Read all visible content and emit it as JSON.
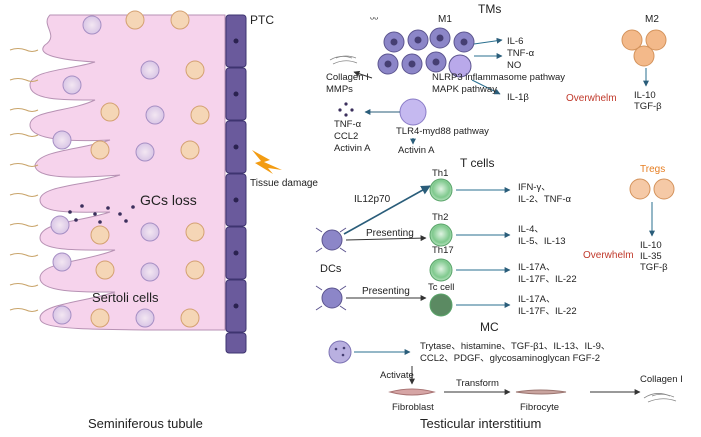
{
  "left": {
    "ptc": "PTC",
    "tissue_damage": "Tissue damage",
    "gcs_loss": "GCs  loss",
    "sertoli": "Sertoli cells",
    "caption": "Seminiferous tubule"
  },
  "tms": {
    "title": "TMs",
    "m1": "M1",
    "m2": "M2",
    "collagen": "Collagen I",
    "mmps": "MMPs",
    "tnf": "TNF-α",
    "ccl2": "CCL2",
    "activin": "Activin A",
    "il6": "IL-6",
    "tnf2": "TNF-α",
    "no": "NO",
    "nlrp3": "NLRP3 inflammasome pathway",
    "mapk": "MAPK pathway",
    "il1b": "IL-1β",
    "tlr4": "TLR4-myd88 pathway",
    "activin2": "Activin A",
    "overwhelm": "Overwhelm",
    "il10": "IL-10",
    "tgfb": "TGF-β"
  },
  "tcells": {
    "title": "T cells",
    "tregs": "Tregs",
    "il12": "IL12p70",
    "th1": "Th1",
    "th2": "Th2",
    "th17": "Th17",
    "tc": "Tc cell",
    "presenting1": "Presenting",
    "presenting2": "Presenting",
    "dcs": "DCs",
    "th1_cyt": [
      "IFN-γ、",
      "IL-2、TNF-α"
    ],
    "th2_cyt": [
      "IL-4、",
      "IL-5、IL-13"
    ],
    "th17_cyt": [
      "IL-17A、",
      "IL-17F、IL-22"
    ],
    "tc_cyt": [
      "IL-17A、",
      "IL-17F、IL-22"
    ],
    "overwhelm": "Overwhelm",
    "treg_cyt": [
      "IL-10",
      "IL-35",
      "TGF-β"
    ]
  },
  "mc": {
    "title": "MC",
    "line1": "Trytase、histamine、TGF-β1、IL-13、IL-9、",
    "line2": "CCL2、PDGF、glycosaminoglycan FGF-2",
    "activate": "Activate",
    "transform": "Transform",
    "fibroblast": "Fibroblast",
    "fibrocyte": "Fibrocyte",
    "collagen": "Collagen I"
  },
  "caption_right": "Testicular interstitium",
  "colors": {
    "tubule": "#f6d6ee",
    "ptc": "#6a5a9c",
    "m1": "#8c86c8",
    "m2": "#f3b98a",
    "th": "#6fbf7f",
    "overwhelm": "#c0392b",
    "tregs": "#e67e22",
    "arrow": "#2a6f8f"
  }
}
